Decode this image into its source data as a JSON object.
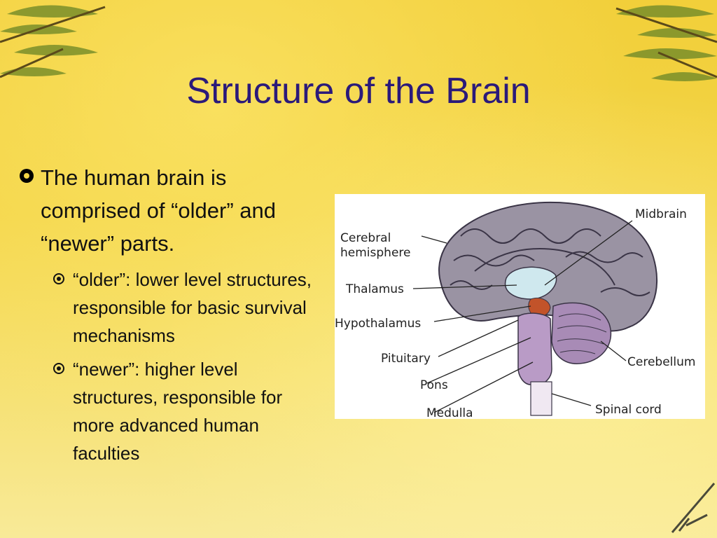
{
  "slide": {
    "title": "Structure of the Brain",
    "bullets": [
      {
        "text": "The human brain is comprised of “older” and “newer” parts.",
        "sub": [
          {
            "text": "“older”: lower level structures, responsible for basic survival mechanisms"
          },
          {
            "text": "“newer”: higher level structures, responsible for more advanced human faculties"
          }
        ]
      }
    ]
  },
  "figure": {
    "labels": {
      "midbrain": "Midbrain",
      "cerebral_1": "Cerebral",
      "cerebral_2": "hemisphere",
      "thalamus": "Thalamus",
      "hypothalamus": "Hypothalamus",
      "pituitary": "Pituitary",
      "pons": "Pons",
      "medulla": "Medulla",
      "cerebellum": "Cerebellum",
      "spinal_cord": "Spinal cord"
    }
  },
  "colors": {
    "title": "#2b1a7a",
    "background": "#f3d445",
    "brain": "#9a93a3",
    "brainstem": "#b99bc6",
    "thalamus": "#cfe8ee",
    "hypothalamus": "#c2532a"
  },
  "icons": [
    "pine-branch-icon",
    "grass-sprig-icon",
    "filled-ring-bullet-icon",
    "dot-ring-bullet-icon"
  ]
}
